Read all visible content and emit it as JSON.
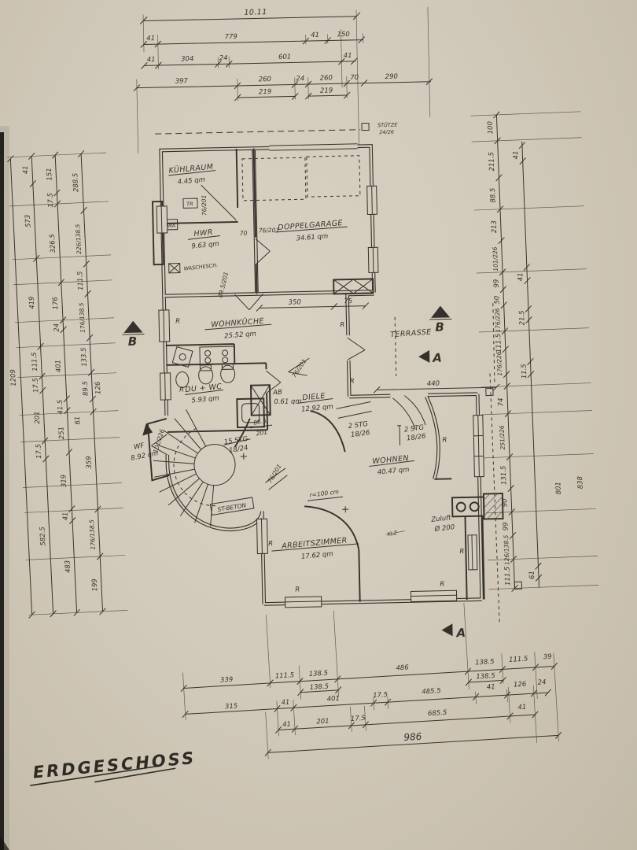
{
  "title": {
    "floor": "ERDGESCHOSS"
  },
  "rooms": {
    "kuehlraum": {
      "name": "KÜHLRAUM",
      "area": "4.45 qm"
    },
    "hwr": {
      "name": "HWR",
      "area": "9.63 qm"
    },
    "garage": {
      "name": "DOPPELGARAGE",
      "area": "34.61 qm"
    },
    "wohnkueche": {
      "name": "WOHNKÜCHE",
      "area": "25.52 qm"
    },
    "duwc": {
      "name": "DU + WC",
      "area": "5.93 qm"
    },
    "ab": {
      "name": "AB",
      "area": "0.61 qm"
    },
    "diele": {
      "name": "DIELE",
      "area": "12.92 qm"
    },
    "terrasse": {
      "name": "TERRASSE"
    },
    "wohnen": {
      "name": "WOHNEN",
      "area": "40.47 qm"
    },
    "arbeitszimmer": {
      "name": "ARBEITSZIMMER",
      "area": "17.62 qm"
    },
    "wf": {
      "name": "WF",
      "area": "8.92 qm"
    },
    "waeschesch": {
      "name": "WASCHESCH."
    }
  },
  "annotations": {
    "stuetze": "STÜTZE",
    "stuetze_size": "24/26",
    "st_beton": "ST-BETON",
    "stairs_spiral": "15 STG",
    "stairs_spiral_size": "18/24",
    "stairs_2a": "2 STG",
    "stairs_2a_size": "18/26",
    "stairs_2b": "2 STG",
    "stairs_2b_size": "18/26",
    "zuluft": "Zuluft",
    "zuluft_size": "Ø 200",
    "klz": "KLZ",
    "radius": "r=100 cm",
    "tr": "TR",
    "wa": "WA",
    "r": "R",
    "section_a": "A",
    "section_b": "B"
  },
  "door_dims": {
    "kuehlraum_door": "76/201",
    "garage_door_w": "70",
    "garage_door": "76/201",
    "hwr_door": "89.5/201",
    "diele_door": "76/201",
    "stair_door_w": "88.5",
    "stair_door_h": "201",
    "az_door": "76/201",
    "wf_door": "101/226"
  },
  "inner_dims": {
    "d350": "350",
    "d75": "75",
    "d440": "440"
  },
  "dims": {
    "top": [
      [
        "10.11"
      ],
      [
        "41",
        "779",
        "41",
        "150"
      ],
      [
        "41",
        "304",
        "24",
        "601",
        "41"
      ],
      [
        "397",
        "260",
        "24",
        "260",
        "70",
        "290"
      ],
      [
        "219",
        "219"
      ]
    ],
    "bottom_row1": [
      "339",
      "111.5",
      "138.5",
      "486",
      "138.5",
      "111.5",
      "39"
    ],
    "bottom_row1b": [
      "138.5",
      "138.5"
    ],
    "bottom_row2": [
      "315",
      "41",
      "401",
      "17.5",
      "485.5",
      "41",
      "126",
      "24"
    ],
    "bottom_row3": [
      "41",
      "201",
      "17.5",
      "685.5",
      "41"
    ],
    "bottom_total": "986",
    "left_total": "1209",
    "left_chain2": [
      "41",
      "573",
      "419",
      "111.5",
      "17.5",
      "201",
      "17.5",
      "582.5"
    ],
    "left_chain3": [
      "151",
      "17.5",
      "326.5",
      "176",
      "24",
      "401",
      "41.5",
      "251",
      "319",
      "41",
      "483"
    ],
    "left_chain4": [
      "288.5",
      "226/138.5",
      "111.5",
      "176/138.5",
      "133.5",
      "89.5",
      "126",
      "359",
      "176/138.5",
      "199"
    ],
    "left_extra": "61",
    "right_chain1": [
      "100",
      "211.5",
      "88.5",
      "213",
      "101/226",
      "99",
      "50",
      "176/226",
      "111.5",
      "176/226",
      "74",
      "251/226",
      "131.5",
      "90",
      "99",
      "126/138.5",
      "111.5"
    ],
    "right_chain2": [
      "41",
      "41",
      "21.5",
      "11.5",
      "61"
    ],
    "right_totals": [
      "801",
      "838"
    ]
  }
}
